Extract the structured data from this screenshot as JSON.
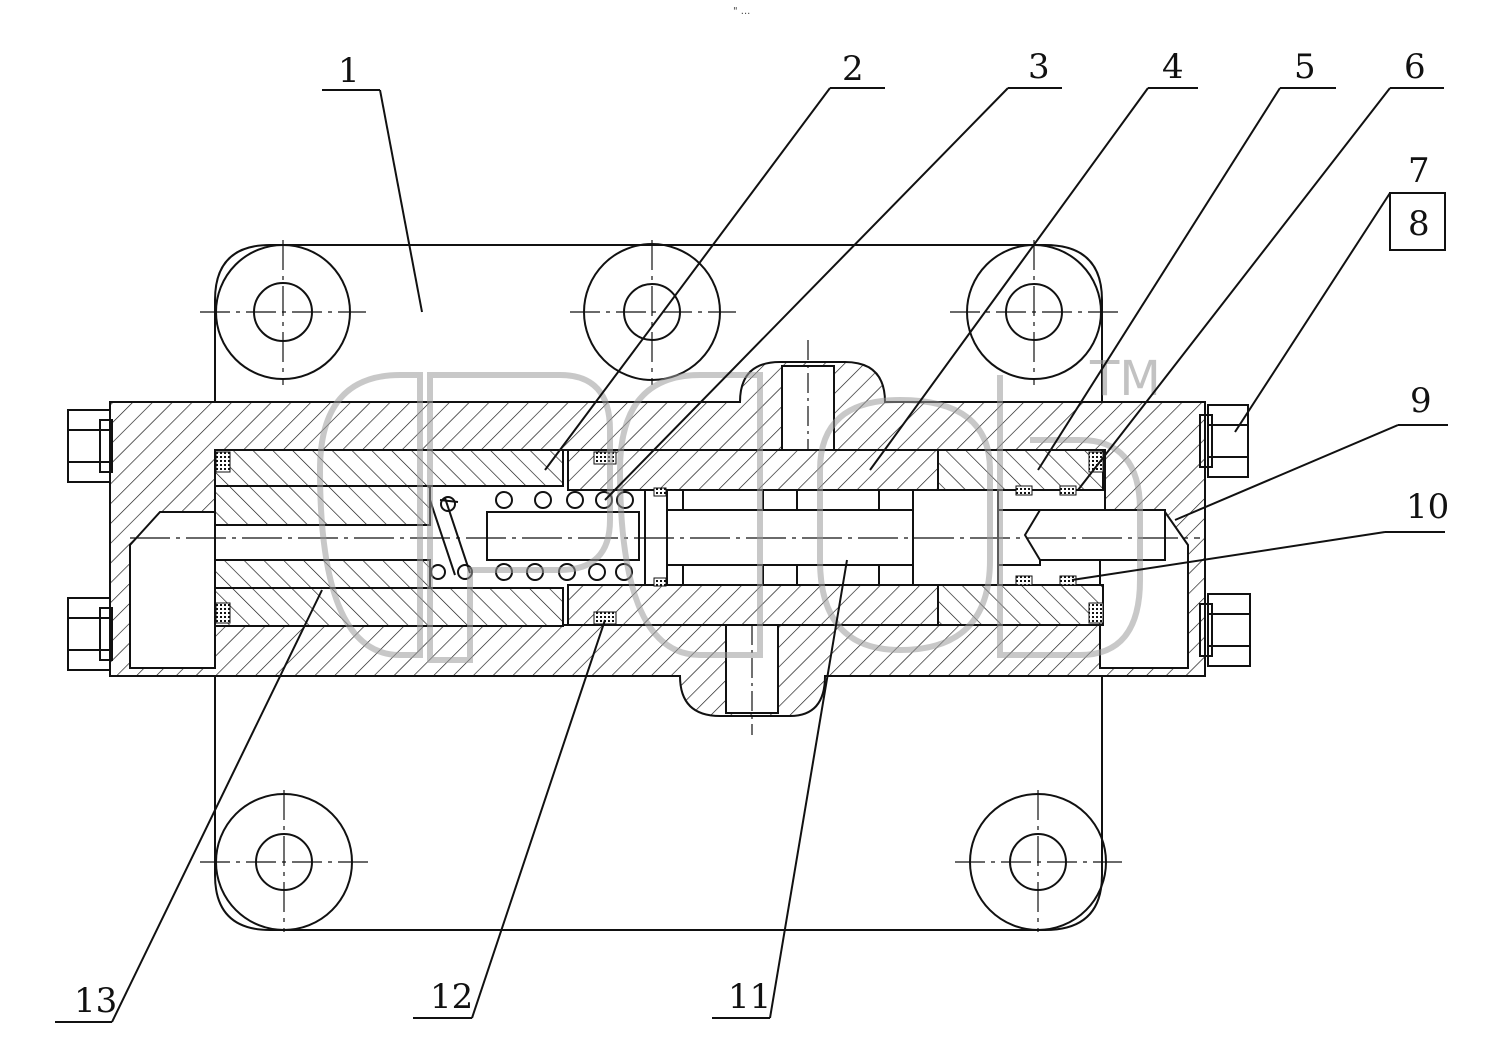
{
  "figure": {
    "top_mark": "\" ...",
    "watermark_mark": "TM"
  },
  "callouts": [
    {
      "id": "c1",
      "label": "1"
    },
    {
      "id": "c2",
      "label": "2"
    },
    {
      "id": "c3",
      "label": "3"
    },
    {
      "id": "c4",
      "label": "4"
    },
    {
      "id": "c5",
      "label": "5"
    },
    {
      "id": "c6",
      "label": "6"
    },
    {
      "id": "c7",
      "label": "7"
    },
    {
      "id": "c8",
      "label": "8"
    },
    {
      "id": "c9",
      "label": "9"
    },
    {
      "id": "c10",
      "label": "10"
    },
    {
      "id": "c11",
      "label": "11"
    },
    {
      "id": "c12",
      "label": "12"
    },
    {
      "id": "c13",
      "label": "13"
    }
  ],
  "colors": {
    "line": "#111111",
    "watermark": "#9a9a9a",
    "background": "#ffffff"
  }
}
